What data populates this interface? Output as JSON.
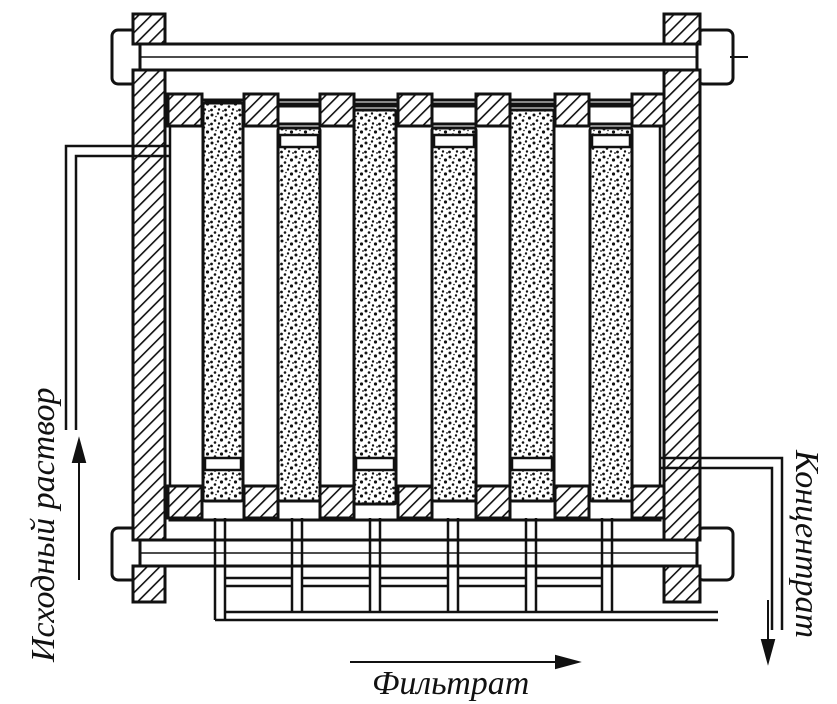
{
  "labels": {
    "inlet": "Исходный раствор",
    "filtrate": "Фильтрат",
    "concentrate": "Концентрат"
  },
  "colors": {
    "ink": "#111111",
    "paper": "#ffffff"
  }
}
